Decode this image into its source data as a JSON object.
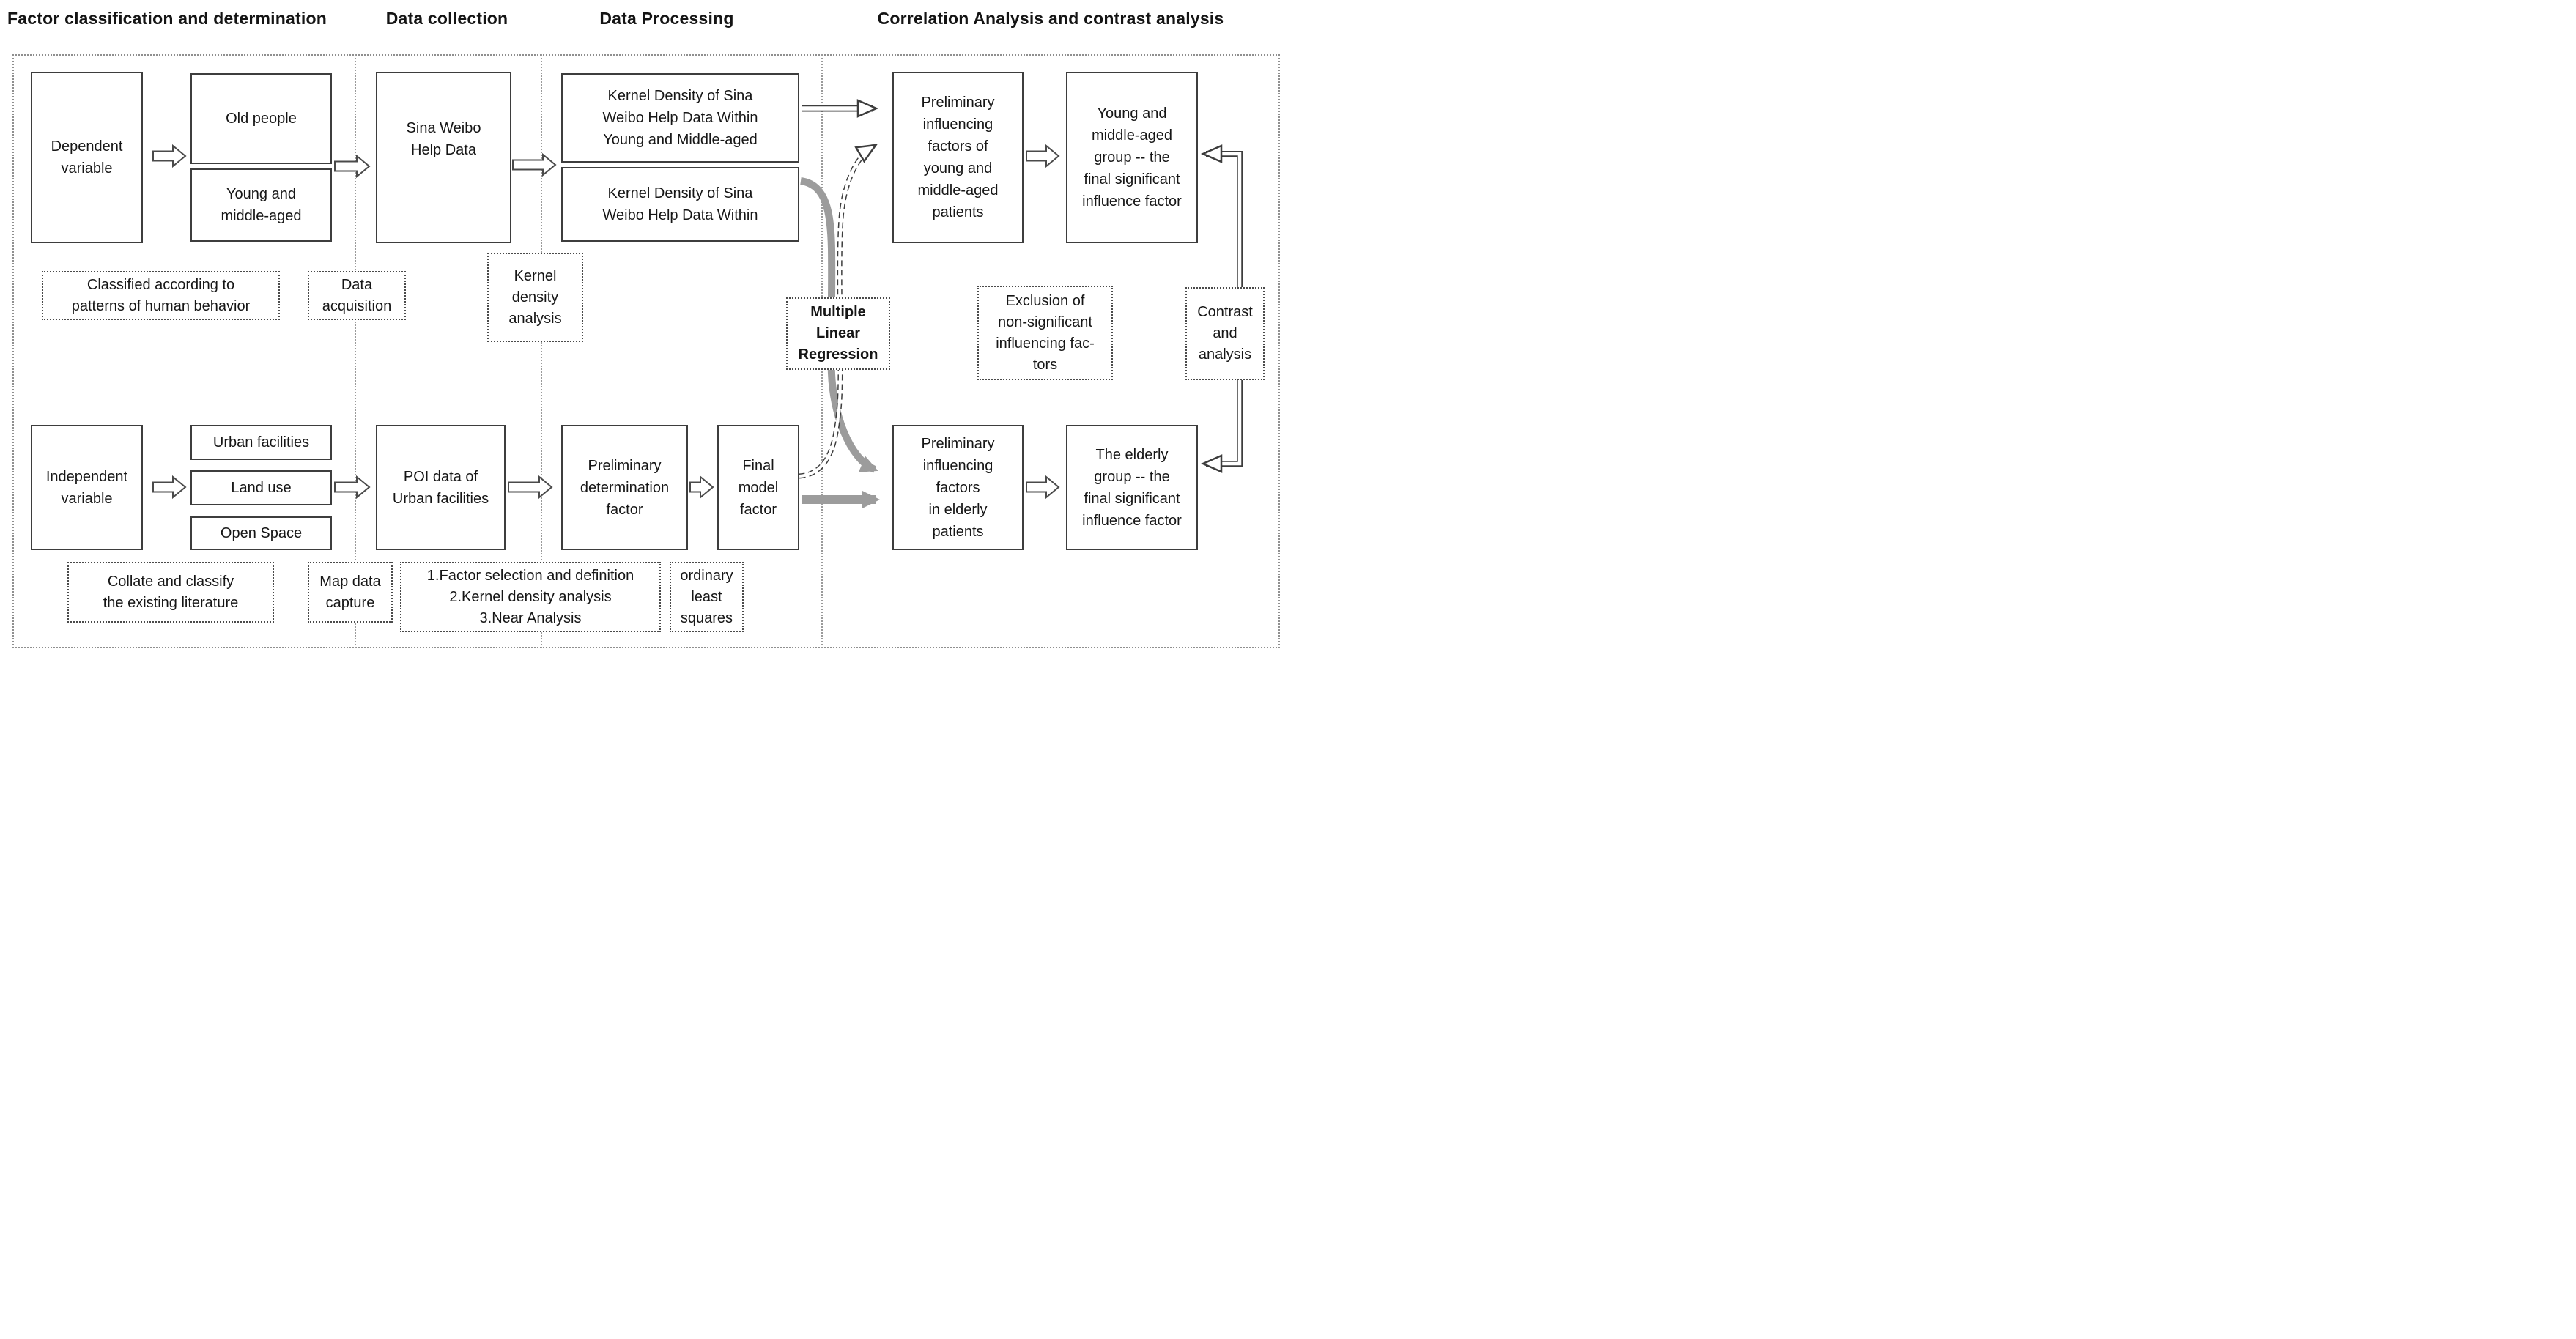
{
  "phases": [
    {
      "label": "Factor classification and determination"
    },
    {
      "label": "Data collection"
    },
    {
      "label": "Data Processing"
    },
    {
      "label": "Correlation Analysis and contrast analysis"
    }
  ],
  "boxes": {
    "dependent_variable": [
      "Dependent",
      "variable"
    ],
    "old_people": [
      "Old people"
    ],
    "young_middle_aged": [
      "Young and",
      "middle-aged"
    ],
    "sina_weibo": [
      "Sina Weibo",
      "Help Data"
    ],
    "kernel_density_young": [
      "Kernel Density of Sina",
      "Weibo Help Data Within",
      "Young and Middle-aged"
    ],
    "kernel_density_within": [
      "Kernel Density of Sina",
      "Weibo Help Data Within"
    ],
    "prelim_young": [
      "Preliminary",
      "influencing",
      "factors of",
      "young and",
      "middle-aged",
      "patients"
    ],
    "young_final": [
      "Young and",
      "middle-aged",
      "group -- the",
      "final significant",
      "influence factor"
    ],
    "independent_variable": [
      "Independent",
      "variable"
    ],
    "urban_facilities": [
      "Urban facilities"
    ],
    "land_use": [
      "Land use"
    ],
    "open_space": [
      "Open Space"
    ],
    "poi_data": [
      "POI data of",
      "Urban facilities"
    ],
    "prelim_determination": [
      "Preliminary",
      "determination",
      "factor"
    ],
    "final_model": [
      "Final",
      "model",
      "factor"
    ],
    "prelim_elderly": [
      "Preliminary",
      "influencing",
      "factors",
      "in elderly",
      "patients"
    ],
    "elderly_final": [
      "The elderly",
      "group -- the",
      "final significant",
      "influence factor"
    ]
  },
  "notes": {
    "classified": [
      "Classified according to",
      "patterns of human behavior"
    ],
    "data_acquisition": [
      "Data",
      "acquisition"
    ],
    "kernel_density_analysis": [
      "Kernel",
      "density",
      "analysis"
    ],
    "multiple_linear_regression": [
      "Multiple",
      "Linear",
      "Regression"
    ],
    "exclusion": [
      "Exclusion of",
      "non-significant",
      "influencing fac-",
      "tors"
    ],
    "contrast": [
      "Contrast",
      "and",
      "analysis"
    ],
    "collate": [
      "Collate and classify",
      "the existing literature"
    ],
    "map_data_capture": [
      "Map data",
      "capture"
    ],
    "factor_steps": [
      "1.Factor selection and definition",
      "2.Kernel density analysis",
      "3.Near Analysis"
    ],
    "ordinary_least_squares": [
      "ordinary",
      "least",
      "squares"
    ]
  },
  "colors": {
    "line": "#3d3d3d",
    "gray_arrow": "#9c9c9c",
    "dotted_border": "#8f8f8f",
    "background": "#ffffff"
  }
}
